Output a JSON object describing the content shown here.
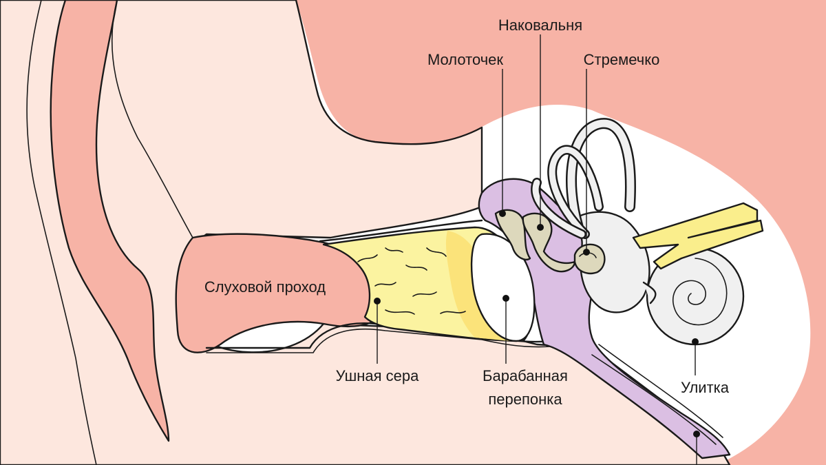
{
  "labels": {
    "incus": "Наковальня",
    "malleus": "Молоточек",
    "stapes": "Стремечко",
    "ear_canal": "Слуховой проход",
    "earwax": "Ушная сера",
    "eardrum_line1": "Барабанная",
    "eardrum_line2": "перепонка",
    "cochlea": "Улитка"
  },
  "colors": {
    "skin_light": "#fde7de",
    "skin_pink": "#f7b3a6",
    "earwax_yellow": "#fbf3a0",
    "earwax_dark": "#fbe37a",
    "bone_purple": "#dbbfe3",
    "inner_ear_white": "#f0f0f0",
    "ossicle_beige": "#ddd8bc",
    "nerve_yellow": "#faee8c",
    "outline": "#1a1a1a"
  }
}
